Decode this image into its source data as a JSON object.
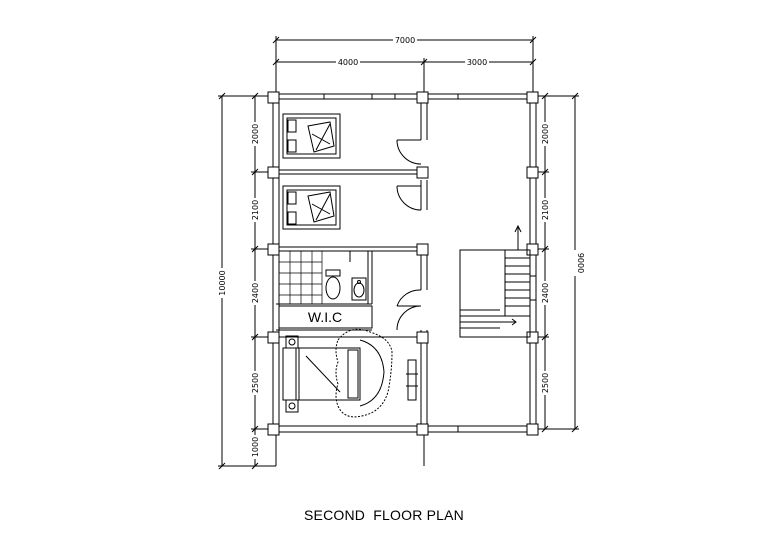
{
  "drawing": {
    "caption": "SECOND  FLOOR PLAN",
    "room_label": "W.I.C"
  },
  "dimensions": {
    "top_total": "7000",
    "top_left": "4000",
    "top_right": "3000",
    "left_total": "10000",
    "left_segments": [
      "2000",
      "2100",
      "2400",
      "2500",
      "1000"
    ],
    "right_total": "9000",
    "right_segments": [
      "2000",
      "2100",
      "2400",
      "2500"
    ]
  }
}
